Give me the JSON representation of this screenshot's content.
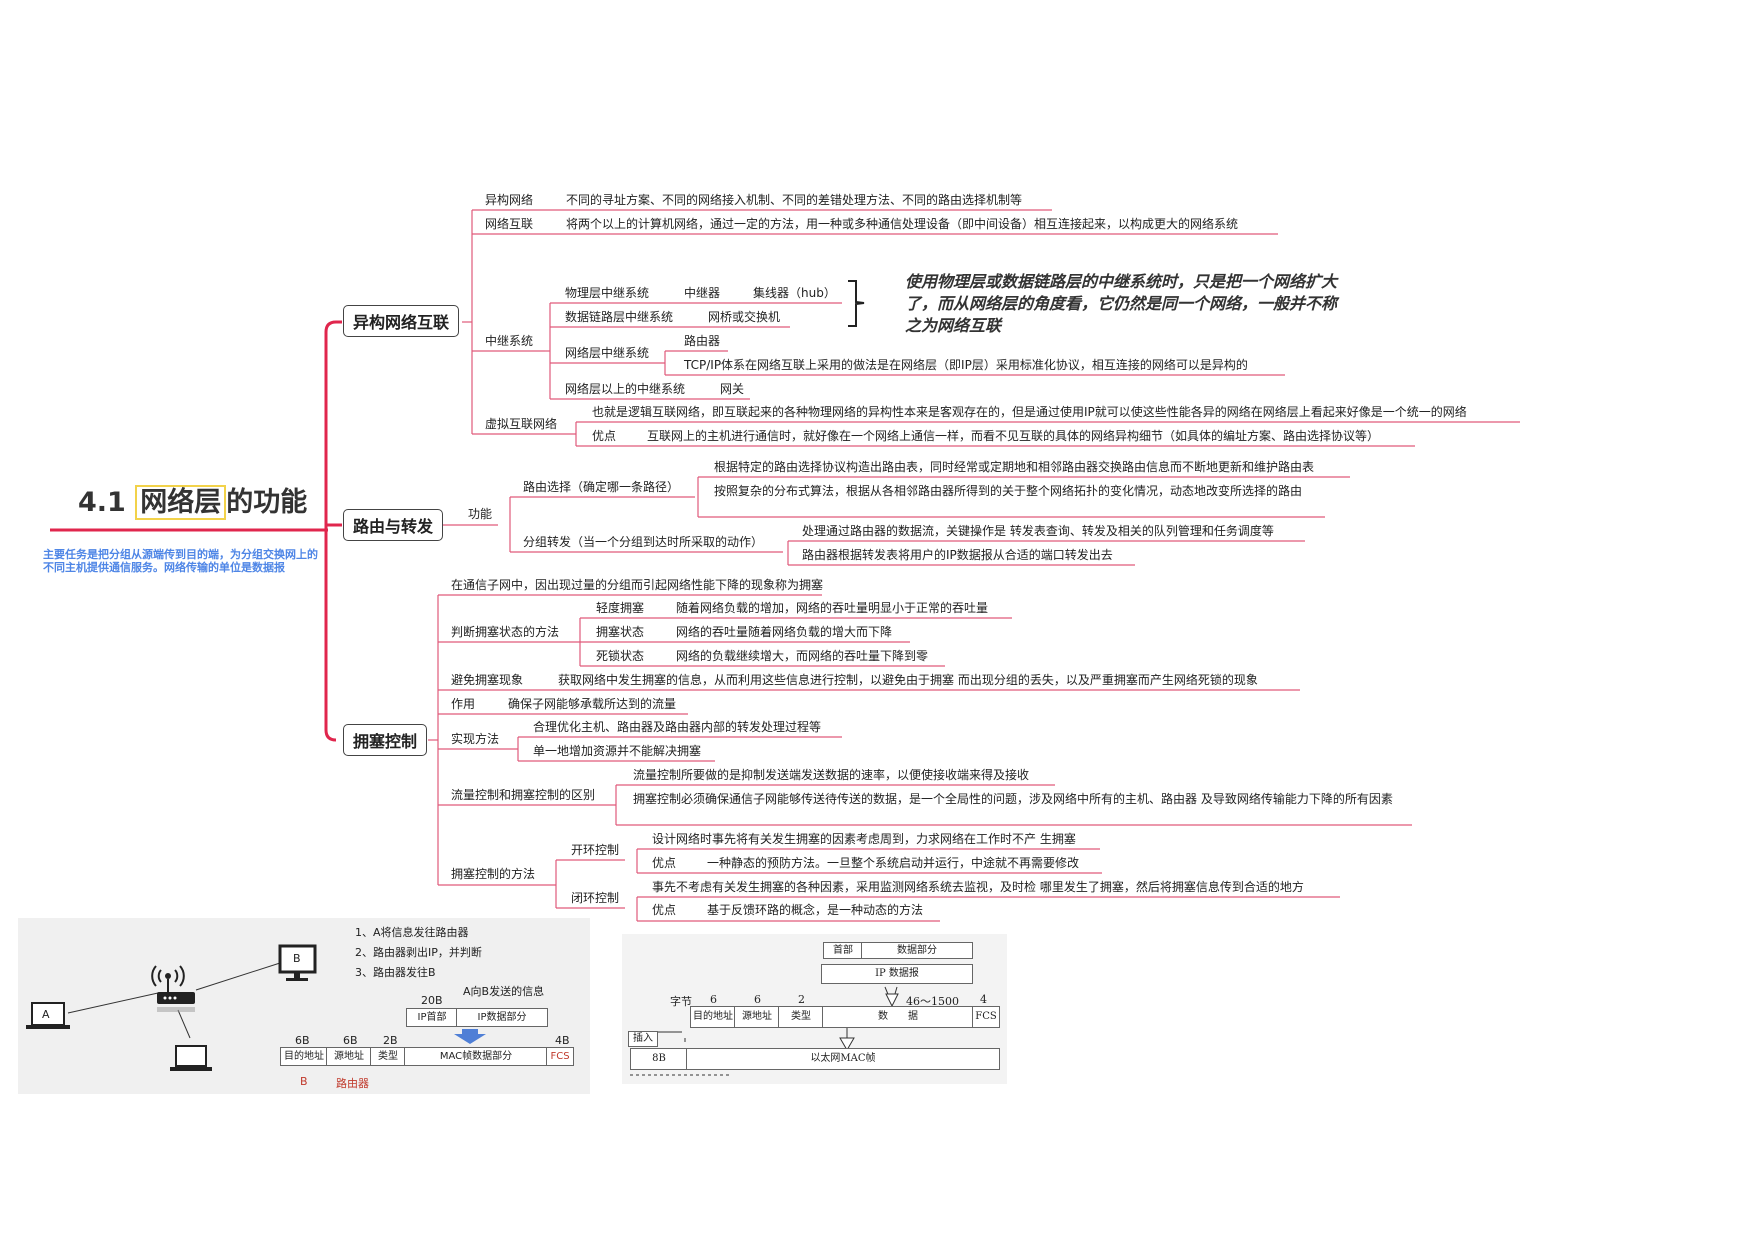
{
  "title": {
    "prefix": "4.1 ",
    "highlight": "网络层",
    "suffix": "的功能"
  },
  "subtitle": "主要任务是把分组从源端传到目的端，为分组交换网上的不同主机提供通信服务。网络传输的单位是数据报",
  "b1": {
    "label": "异构网络互联",
    "yigou": {
      "k": "异构网络",
      "v": "不同的寻址方案、不同的网络接入机制、不同的差错处理方法、不同的路由选择机制等"
    },
    "hulian": {
      "k": "网络互联",
      "v": "将两个以上的计算机网络，通过一定的方法，用一种或多种通信处理设备（即中间设备）相互连接起来，以构成更大的网络系统"
    },
    "zhongji": {
      "k": "中继系统",
      "phy": {
        "k": "物理层中继系统",
        "a": "中继器",
        "b": "集线器（hub）"
      },
      "dl": {
        "k": "数据链路层中继系统",
        "a": "网桥或交换机"
      },
      "net": {
        "k": "网络层中继系统",
        "a": "路由器",
        "b": "TCP/IP体系在网络互联上采用的做法是在网络层（即IP层）采用标准化协议，相互连接的网络可以是异构的"
      },
      "above": {
        "k": "网络层以上的中继系统",
        "a": "网关"
      }
    },
    "note": "使用物理层或数据链路层的中继系统时，只是把一个网络扩大了，而从网络层的角度看，它仍然是同一个网络，一般并不称之为网络互联",
    "virtual": {
      "k": "虚拟互联网络",
      "desc": "也就是逻辑互联网络，即互联起来的各种物理网络的异构性本来是客观存在的，但是通过使用IP就可以使这些性能各异的网络在网络层上看起来好像是一个统一的网络",
      "adv_k": "优点",
      "adv": "互联网上的主机进行通信时，就好像在一个网络上通信一样，而看不见互联的具体的网络异构细节（如具体的编址方案、路由选择协议等）"
    }
  },
  "b2": {
    "label": "路由与转发",
    "func": "功能",
    "route": {
      "k": "路由选择（确定哪一条路径）",
      "a": "根据特定的路由选择协议构造出路由表，同时经常或定期地和相邻路由器交换路由信息而不断地更新和维护路由表",
      "b": "按照复杂的分布式算法，根据从各相邻路由器所得到的关于整个网络拓扑的变化情况，动态地改变所选择的路由"
    },
    "forward": {
      "k": "分组转发（当一个分组到达时所采取的动作）",
      "a": "处理通过路由器的数据流，关键操作是 转发表查询、转发及相关的队列管理和任务调度等",
      "b": "路由器根据转发表将用户的IP数据报从合适的端口转发出去"
    }
  },
  "b3": {
    "label": "拥塞控制",
    "def": "在通信子网中，因出现过量的分组而引起网络性能下降的现象称为拥塞",
    "judge": {
      "k": "判断拥塞状态的方法",
      "items": [
        {
          "k": "轻度拥塞",
          "v": "随着网络负载的增加，网络的吞吐量明显小于正常的吞吐量"
        },
        {
          "k": "拥塞状态",
          "v": "网络的吞吐量随着网络负载的增大而下降"
        },
        {
          "k": "死锁状态",
          "v": "网络的负载继续增大，而网络的吞吐量下降到零"
        }
      ]
    },
    "avoid": {
      "k": "避免拥塞现象",
      "v": "获取网络中发生拥塞的信息，从而利用这些信息进行控制，以避免由于拥塞 而出现分组的丢失，以及严重拥塞而产生网络死锁的现象"
    },
    "role": {
      "k": "作用",
      "v": "确保子网能够承载所达到的流量"
    },
    "impl": {
      "k": "实现方法",
      "a": "合理优化主机、路由器及路由器内部的转发处理过程等",
      "b": "单一地增加资源并不能解决拥塞"
    },
    "diff": {
      "k": "流量控制和拥塞控制的区别",
      "a": "流量控制所要做的是抑制发送端发送数据的速率，以便使接收端来得及接收",
      "b": "拥塞控制必须确保通信子网能够传送待传送的数据，是一个全局性的问题，涉及网络中所有的主机、路由器 及导致网络传输能力下降的所有因素"
    },
    "methods": {
      "k": "拥塞控制的方法",
      "open": {
        "k": "开环控制",
        "a": "设计网络时事先将有关发生拥塞的因素考虑周到，力求网络在工作时不产 生拥塞",
        "adv_k": "优点",
        "adv": "一种静态的预防方法。一旦整个系统启动并运行，中途就不再需要修改"
      },
      "closed": {
        "k": "闭环控制",
        "a": "事先不考虑有关发生拥塞的各种因素，采用监测网络系统去监视，及时检 哪里发生了拥塞，然后将拥塞信息传到合适的地方",
        "adv_k": "优点",
        "adv": "基于反馈环路的概念，是一种动态的方法"
      }
    }
  },
  "img1": {
    "steps": [
      "1、A将信息发往路由器",
      "2、路由器剥出IP，并判断",
      "3、路由器发往B"
    ],
    "host_a": "A",
    "host_b": "B",
    "caption": "A向B发送的信息",
    "size_20b": "20B",
    "ip_head": "IP首部",
    "ip_data": "IP数据部分",
    "sizes": [
      "6B",
      "6B",
      "2B",
      "4B"
    ],
    "fields": [
      "目的地址",
      "源地址",
      "类型",
      "MAC帧数据部分",
      "FCS"
    ],
    "bottom_b": "B",
    "bottom_router": "路由器"
  },
  "img2": {
    "head": "首部",
    "data": "数据部分",
    "ip": "IP 数据报",
    "zijie": "字节",
    "sizes": [
      "6",
      "6",
      "2",
      "46～1500",
      "4"
    ],
    "fields": [
      "目的地址",
      "源地址",
      "类型",
      "数　　据",
      "FCS"
    ],
    "insert": "插入",
    "eightb": "8B",
    "frame": "以太网MAC帧"
  },
  "colors": {
    "branch_line": "#e0264d",
    "item_line": "#e05a7a",
    "subtitle": "#4f86e6",
    "highlight": "#f2d24a"
  }
}
